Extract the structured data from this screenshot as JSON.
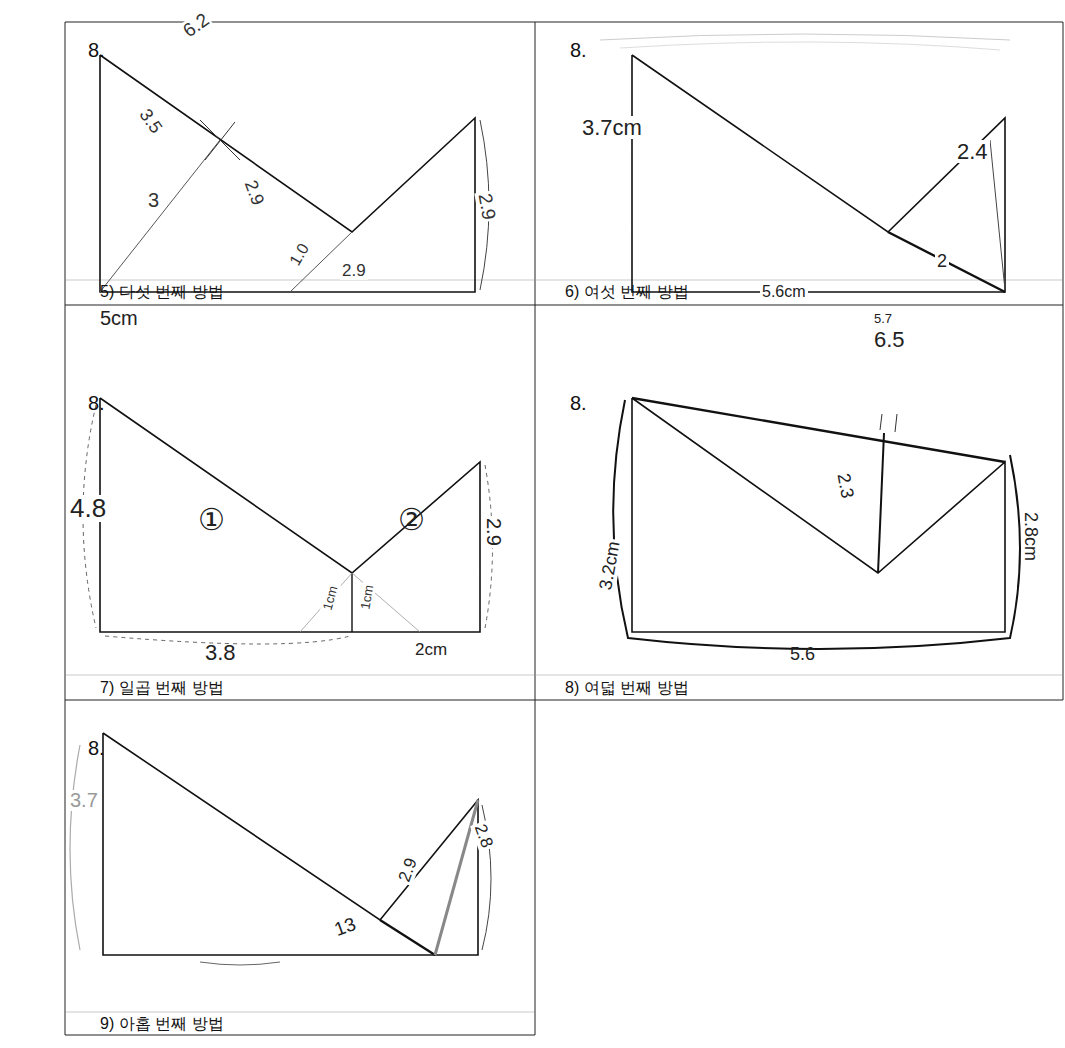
{
  "diagram": {
    "labels": [
      "8.",
      "6.2",
      "3.5",
      "3",
      "2.9",
      "1.0",
      "2.9",
      "2.9",
      "5) 다섯 번째 방법",
      "8.",
      "3.7cm",
      "2.4",
      "2",
      "5.6cm",
      "6) 여섯 번째 방법",
      "5cm",
      "8.",
      "4.8",
      "①",
      "②",
      "1cm",
      "1cm",
      "2.9",
      "3.8",
      "2cm",
      "7) 일곱 번째 방법",
      "8.",
      "5.7",
      "6.5",
      "2.3",
      "3.2cm",
      "2.8cm",
      "5.6",
      "8) 여덟 번째 방법",
      "8.",
      "3.7",
      "13",
      "2.9",
      "2.8",
      "9) 아홉 번째 방법"
    ]
  }
}
